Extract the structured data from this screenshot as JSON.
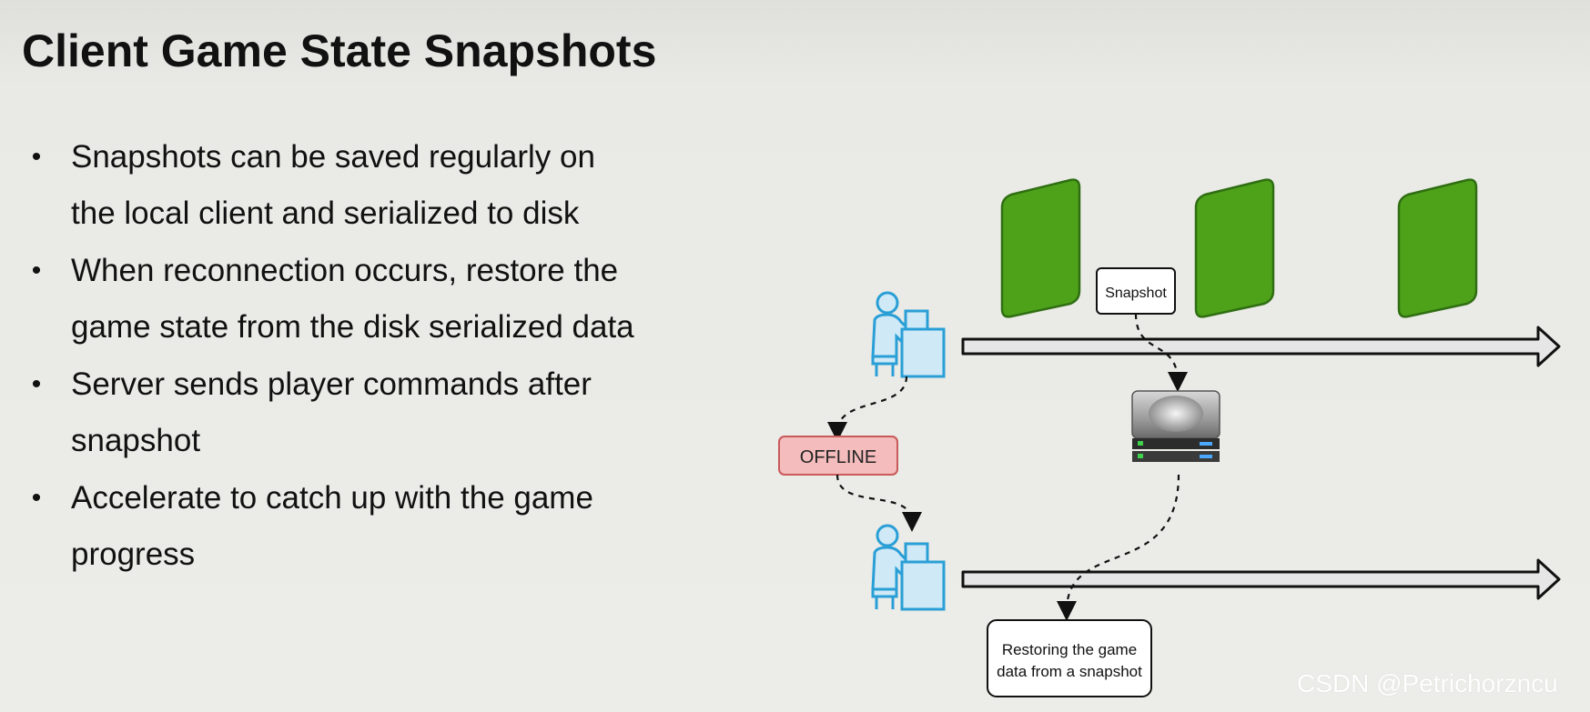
{
  "title": "Client Game State Snapshots",
  "bullets": [
    [
      "Snapshots can be saved regularly on",
      "the local client and serialized to disk"
    ],
    [
      "When reconnection occurs, restore the",
      "game state from the disk serialized data"
    ],
    [
      "Server sends player commands after",
      "snapshot"
    ],
    [
      "Accelerate to catch up with the game",
      "progress"
    ]
  ],
  "bullet_marker": "•",
  "diagram": {
    "snapshot_label": "Snapshot",
    "offline_label": "OFFLINE",
    "restore_label": [
      "Restoring the game",
      "data from a snapshot"
    ]
  },
  "watermark": "CSDN @Petrichorzncu",
  "colors": {
    "frame_fill": "#4ea21a",
    "frame_stroke": "#2f6e12",
    "offline_fill": "#f4bcbc",
    "offline_stroke": "#c85a5a",
    "user_icon": "#2a9fd6",
    "user_icon_fill": "#cfe9f7"
  },
  "icons": {
    "user": "user-at-computer-icon",
    "disk": "hard-drive-icon"
  }
}
